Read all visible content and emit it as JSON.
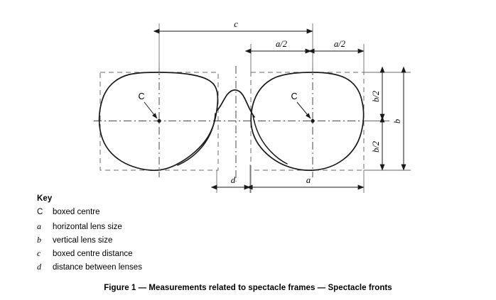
{
  "figure": {
    "caption": "Figure 1 — Measurements related to spectacle frames — Spectacle fronts",
    "diagram_title": "spectacle-frame-measurements"
  },
  "key": {
    "heading": "Key",
    "entries": [
      {
        "symbol": "C",
        "style": "upright",
        "description": "boxed centre"
      },
      {
        "symbol": "a",
        "style": "italic",
        "description": "horizontal lens size"
      },
      {
        "symbol": "b",
        "style": "italic",
        "description": "vertical lens size"
      },
      {
        "symbol": "c",
        "style": "italic",
        "description": "boxed centre distance"
      },
      {
        "symbol": "d",
        "style": "italic",
        "description": "distance between lenses"
      }
    ]
  },
  "dimensions": {
    "c": "c",
    "a_half_left": "a/2",
    "a_half_right": "a/2",
    "b_half_upper": "b/2",
    "b_half_lower": "b/2",
    "b": "b",
    "a": "a",
    "d": "d"
  },
  "annotations": {
    "left_centre": "C",
    "right_centre": "C"
  },
  "colors": {
    "line": "#1a1a1a",
    "construction": "#6b6b6b",
    "text": "#000000",
    "background": "#ffffff"
  }
}
